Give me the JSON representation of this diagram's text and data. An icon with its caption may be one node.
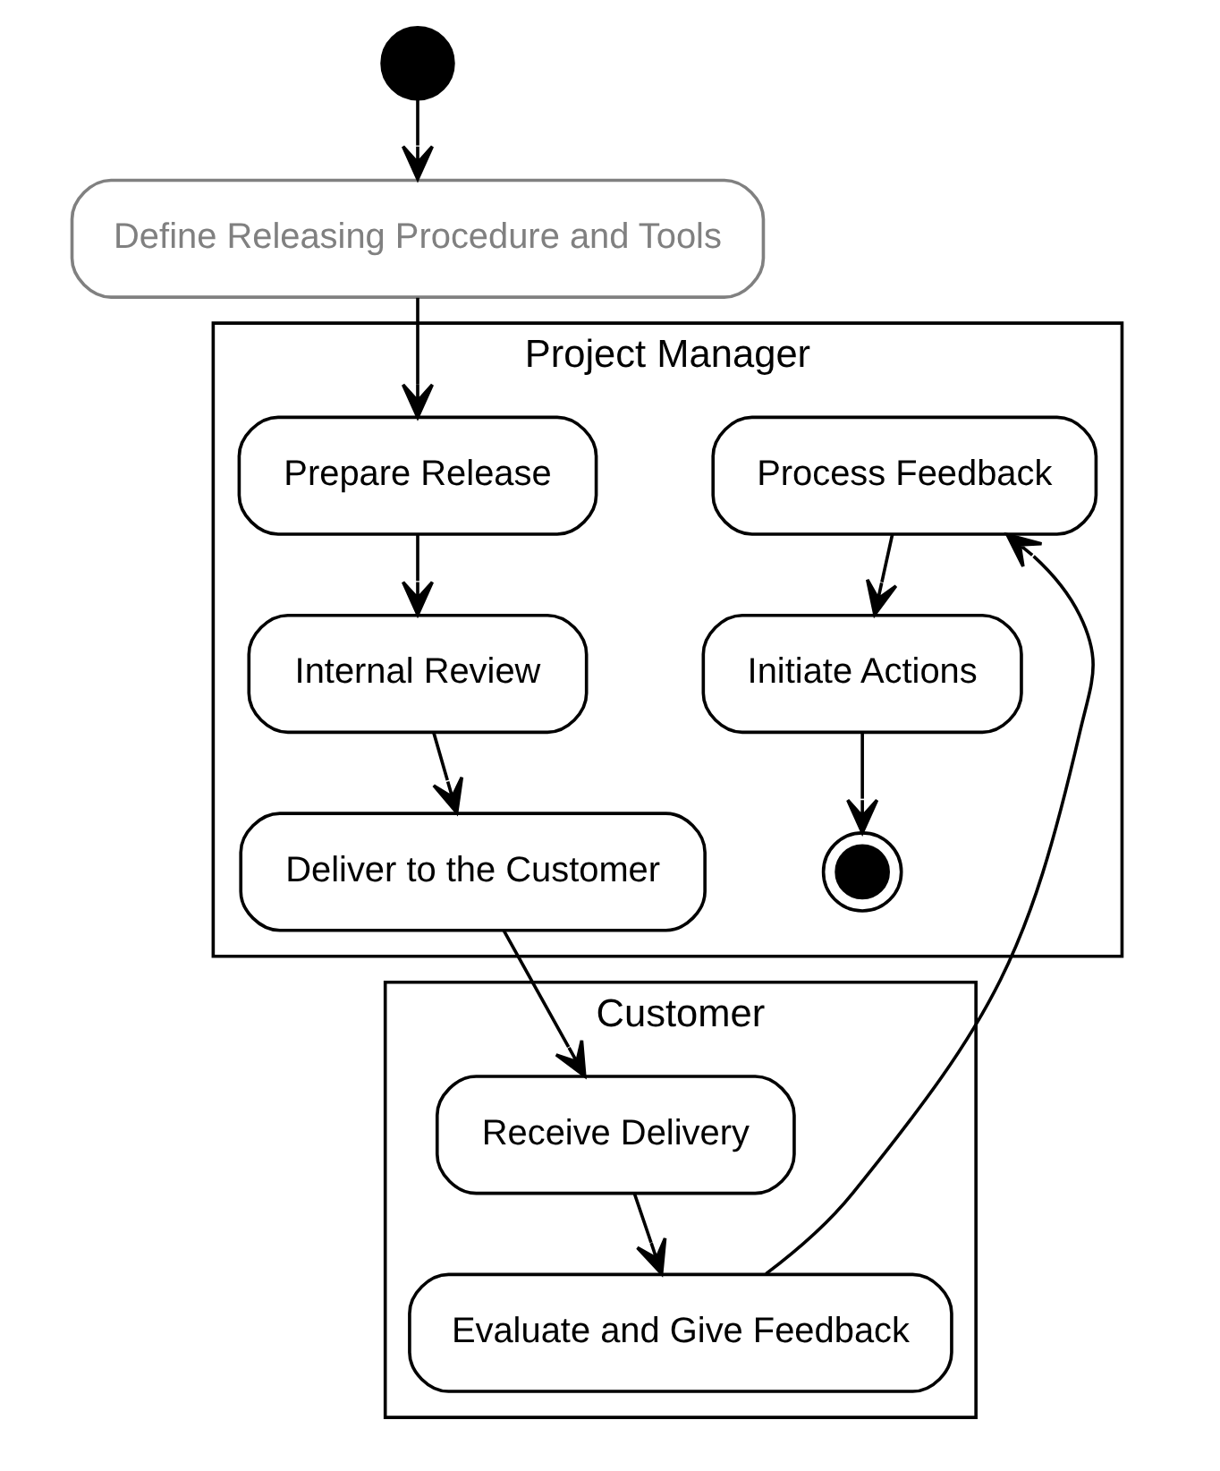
{
  "diagram": {
    "nodes": [
      {
        "text": [
          "Project Manager"
        ]
      },
      {
        "text": [
          "Customer"
        ]
      },
      {
        "text": [],
        "shape": "circle"
      },
      {
        "text": [
          "Define Releasing Procedure and Tools"
        ]
      },
      {
        "text": [
          "Prepare Release"
        ],
        "in": 0
      },
      {
        "text": [
          "Internal Review"
        ],
        "in": 0
      },
      {
        "text": [
          "Deliver to the Customer"
        ],
        "in": 0
      },
      {
        "text": [
          "Receive Delivery"
        ],
        "in": 1
      },
      {
        "text": [
          "Evaluate and Give Feedback"
        ],
        "in": 1
      },
      {
        "text": [
          "Process Feedback"
        ],
        "in": 0
      },
      {
        "text": [
          "Initiate Actions"
        ],
        "in": 0
      },
      {
        "text": [],
        "shape": "bullseye",
        "in": 0
      }
    ],
    "edges": [
      {
        "from": 2,
        "to": 3,
        "arrow": "to"
      },
      {
        "from": 3,
        "to": 4,
        "arrow": "to"
      },
      {
        "from": 4,
        "to": 5,
        "arrow": "to"
      },
      {
        "from": 5,
        "to": 6,
        "arrow": "to"
      },
      {
        "from": 6,
        "to": 7,
        "arrow": "to"
      },
      {
        "from": 7,
        "to": 8,
        "arrow": "to"
      },
      {
        "from": 8,
        "to": 9,
        "arrow": "to"
      },
      {
        "from": 9,
        "to": 10,
        "arrow": "to"
      },
      {
        "from": 10,
        "to": 11,
        "arrow": "to"
      }
    ]
  }
}
